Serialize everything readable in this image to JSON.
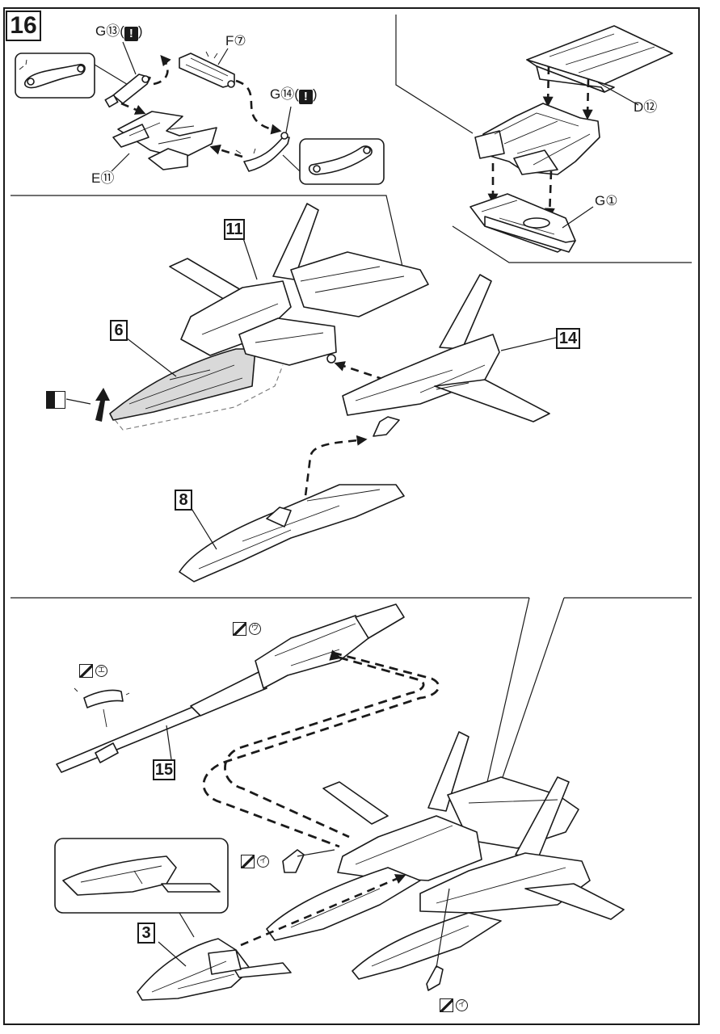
{
  "step": {
    "number": "16"
  },
  "labels": {
    "g13": "G⑬(",
    "g13_close": ")",
    "f7": "F⑦",
    "g14": "G⑭(",
    "g14_close": ")",
    "e11": "E⑪",
    "d12": "D⑫",
    "g1": "G①",
    "warning_mark": "!"
  },
  "subassemblies": {
    "a11": "11",
    "a6": "6",
    "a14": "14",
    "a8": "8",
    "a15": "15",
    "a3": "3"
  },
  "stickers": {
    "u": "ウ",
    "e": "エ",
    "i_left": "イ",
    "i_bottom": "イ"
  },
  "icons": [
    "warning-icon",
    "sticker-icon",
    "part-icon",
    "arrow-icon"
  ]
}
